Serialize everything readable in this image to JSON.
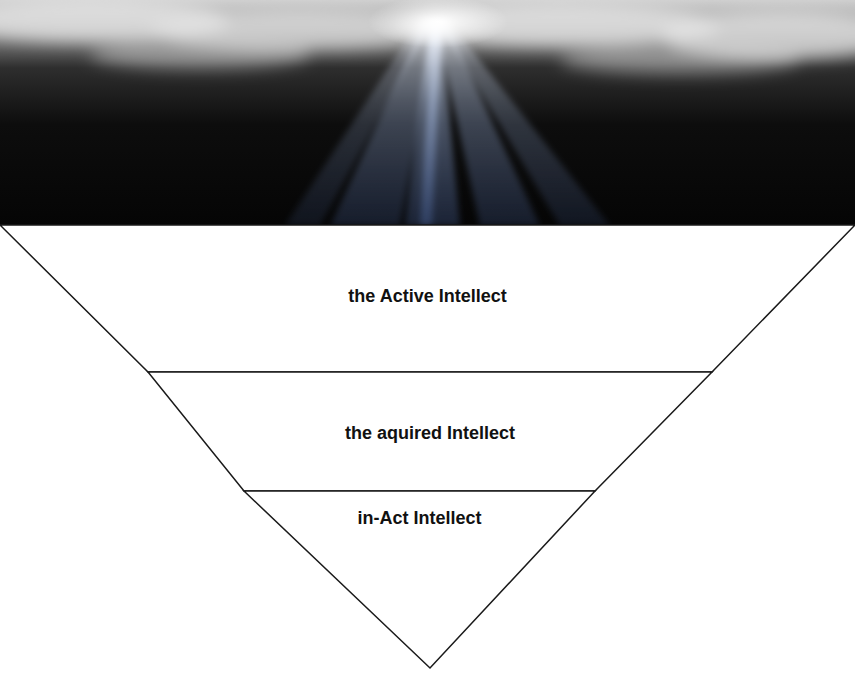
{
  "diagram": {
    "nodes": [
      {
        "text": [
          "the Active Intellect"
        ]
      },
      {
        "text": [
          "the aquired Intellect"
        ]
      },
      {
        "text": [
          "in-Act Intellect"
        ]
      }
    ]
  }
}
